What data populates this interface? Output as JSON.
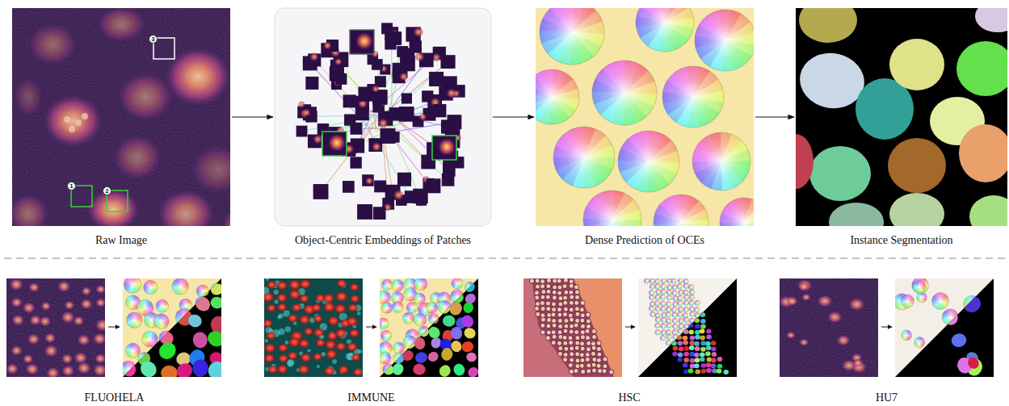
{
  "diagram": {
    "nodes": [
      {
        "text": [
          "Raw Image"
        ]
      },
      {
        "text": [
          "Object-Centric Embeddings of Patches"
        ]
      },
      {
        "text": [
          "Dense Prediction of OCEs"
        ]
      },
      {
        "text": [
          "Instance Segmentation"
        ]
      },
      {
        "text": [
          "FLUOHELA"
        ]
      },
      {
        "text": [
          "IMMUNE"
        ]
      },
      {
        "text": [
          "HSC"
        ]
      },
      {
        "text": [
          "HU7"
        ]
      }
    ],
    "edges": [
      {
        "from": 0,
        "to": 1,
        "arrow": "to"
      },
      {
        "from": 1,
        "to": 2,
        "arrow": "to"
      },
      {
        "from": 2,
        "to": 3,
        "arrow": "to"
      }
    ],
    "labels": [
      "3",
      "1",
      "2"
    ]
  }
}
